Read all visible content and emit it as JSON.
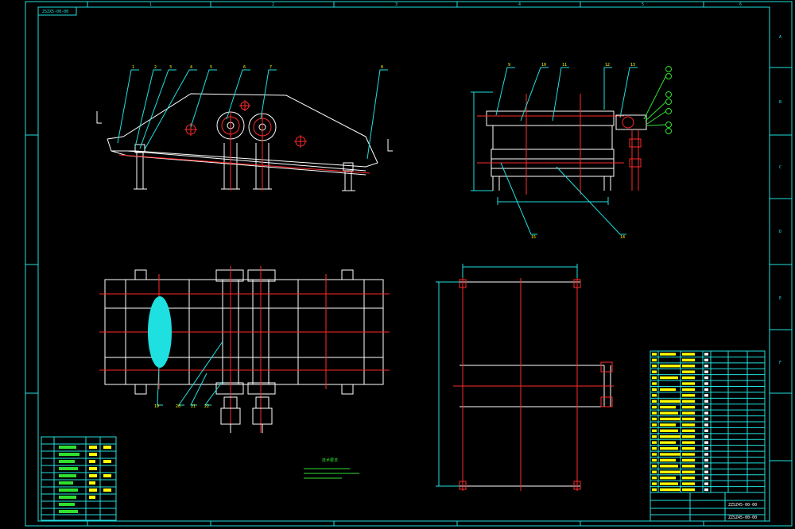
{
  "sheet": {
    "code_label_top": "ZSZX5-00-00",
    "title_code_a": "ZZSZ45-00-00",
    "title_code_b": "ZZSZ45-00-00",
    "cols": [
      "1",
      "2",
      "3",
      "4",
      "5",
      "6"
    ],
    "rows": [
      "A",
      "B",
      "C",
      "D",
      "E",
      "F"
    ]
  },
  "views": {
    "side_leaders": [
      "1",
      "2",
      "3",
      "4",
      "5",
      "6",
      "7",
      "8"
    ],
    "end_leaders": [
      "9",
      "10",
      "11",
      "12",
      "13"
    ],
    "end_bottom_leaders": [
      "15",
      "14"
    ],
    "plan_leaders": [
      "19",
      "20",
      "21",
      "22"
    ],
    "tech_title": "技术要求"
  },
  "colors": {
    "frame": "#1fe0e0",
    "outline": "#ffffff",
    "center": "#ff2a2a",
    "text": "#ffff00",
    "note": "#2fe02f"
  }
}
